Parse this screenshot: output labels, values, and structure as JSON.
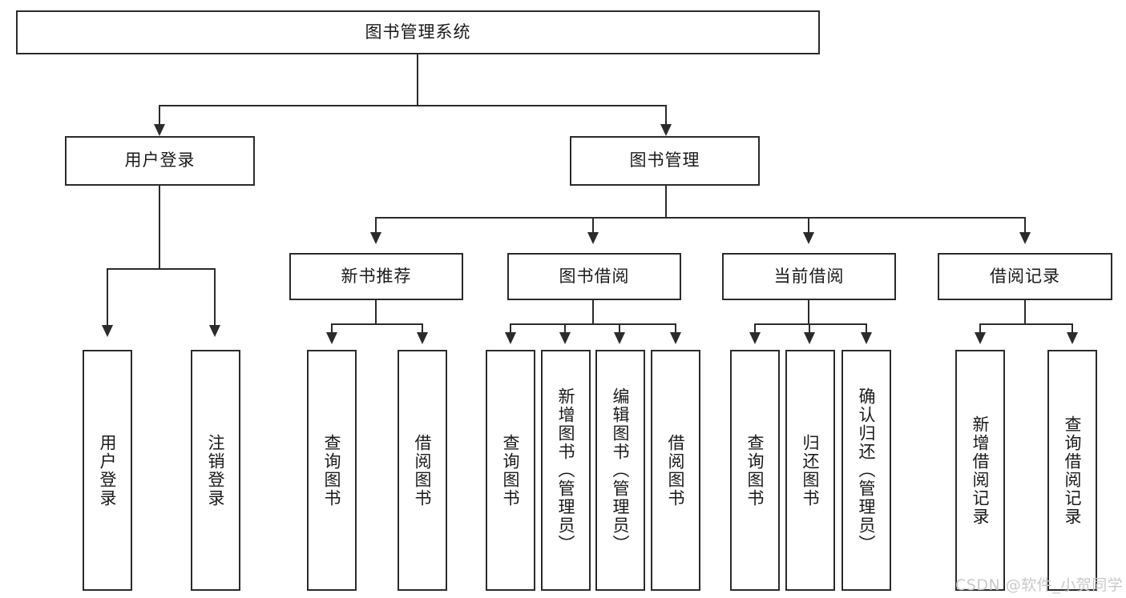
{
  "diagram": {
    "type": "tree-hierarchy",
    "title": "图书管理系统",
    "root": {
      "label": "图书管理系统"
    },
    "level2": [
      {
        "label": "用户登录"
      },
      {
        "label": "图书管理"
      }
    ],
    "level3": [
      {
        "label": "新书推荐"
      },
      {
        "label": "图书借阅"
      },
      {
        "label": "当前借阅"
      },
      {
        "label": "借阅记录"
      }
    ],
    "leaves": {
      "user_login": [
        {
          "label": "用户登录"
        },
        {
          "label": "注销登录"
        }
      ],
      "new_book_recommend": [
        {
          "label": "查询图书"
        },
        {
          "label": "借阅图书"
        }
      ],
      "book_borrow": [
        {
          "label": "查询图书"
        },
        {
          "label": "新增图书（管理员）"
        },
        {
          "label": "编辑图书（管理员）"
        },
        {
          "label": "借阅图书"
        }
      ],
      "current_borrow": [
        {
          "label": "查询图书"
        },
        {
          "label": "归还图书"
        },
        {
          "label": "确认归还（管理员）"
        }
      ],
      "borrow_record": [
        {
          "label": "新增借阅记录"
        },
        {
          "label": "查询借阅记录"
        }
      ]
    }
  },
  "watermark": {
    "text": "CSDN @软件_小贺同学"
  },
  "colors": {
    "stroke": "#2b2b2b",
    "background": "#ffffff",
    "text": "#1a1a1a",
    "watermark": "#c9c9c9"
  }
}
